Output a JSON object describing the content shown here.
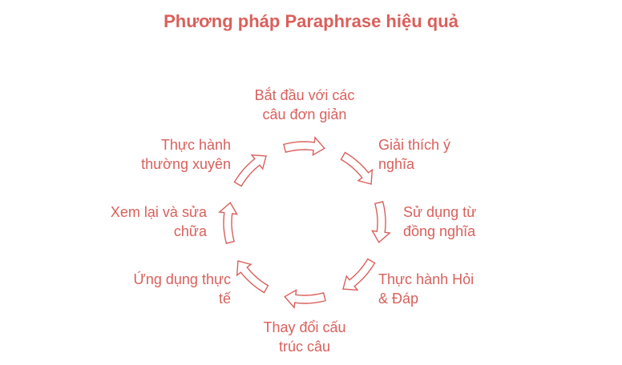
{
  "title": "Phương pháp Paraphrase hiệu quả",
  "colors": {
    "accent": "#d9605c",
    "background": "#ffffff"
  },
  "steps": [
    {
      "line1": "Bắt đầu với các",
      "line2": "câu đơn giản"
    },
    {
      "line1": "Giải thích ý",
      "line2": "nghĩa"
    },
    {
      "line1": "Sử dụng từ",
      "line2": "đồng nghĩa"
    },
    {
      "line1": "Thực hành Hỏi",
      "line2": "& Đáp"
    },
    {
      "line1": "Thay đổi cấu",
      "line2": "trúc câu"
    },
    {
      "line1": "Ứng dụng thực",
      "line2": "tế"
    },
    {
      "line1": "Xem lại và sửa",
      "line2": "chữa"
    },
    {
      "line1": "Thực hành",
      "line2": "thường xuyên"
    }
  ],
  "arrow_icon": "curved-clockwise-arrow"
}
